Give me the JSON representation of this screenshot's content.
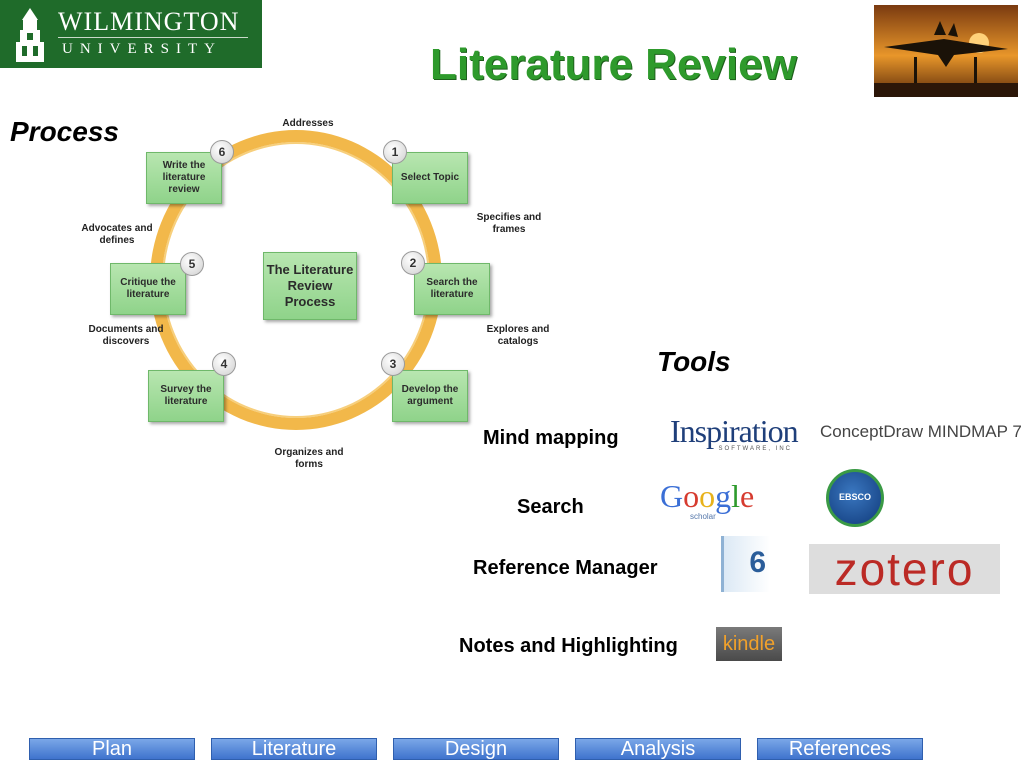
{
  "header": {
    "logo_name": "WILMINGTON",
    "logo_sub": "UNIVERSITY",
    "title": "Literature Review"
  },
  "process": {
    "heading": "Process",
    "center": "The Literature Review Process",
    "steps": [
      {
        "num": "1",
        "label": "Select Topic"
      },
      {
        "num": "2",
        "label": "Search the literature"
      },
      {
        "num": "3",
        "label": "Develop the argument"
      },
      {
        "num": "4",
        "label": "Survey the literature"
      },
      {
        "num": "5",
        "label": "Critique the literature"
      },
      {
        "num": "6",
        "label": "Write the literature review"
      }
    ],
    "edges": {
      "top": "Addresses",
      "right_upper": "Specifies and frames",
      "right_lower": "Explores and catalogs",
      "bottom": "Organizes and forms",
      "left_lower": "Documents and discovers",
      "left_upper": "Advocates and defines"
    }
  },
  "tools": {
    "heading": "Tools",
    "rows": {
      "mind_mapping": "Mind mapping",
      "search": "Search",
      "reference_manager": "Reference Manager",
      "notes": "Notes and Highlighting"
    },
    "logos": {
      "inspiration": "Inspiration",
      "inspiration_sub": "SOFTWARE, INC",
      "conceptdraw": "ConceptDraw MINDMAP 7",
      "google_scholar": "scholar",
      "ebsco": "EBSCO",
      "endnote": "6",
      "zotero": "zotero",
      "kindle": "kindle"
    }
  },
  "nav": [
    "Plan",
    "Literature",
    "Design",
    "Analysis",
    "References"
  ],
  "colors": {
    "title_green": "#2e9a2c",
    "logo_green": "#1f6b2a",
    "ring": "#f2b84a",
    "step_green": "#8fd38a",
    "nav_blue": "#3f73cd"
  }
}
